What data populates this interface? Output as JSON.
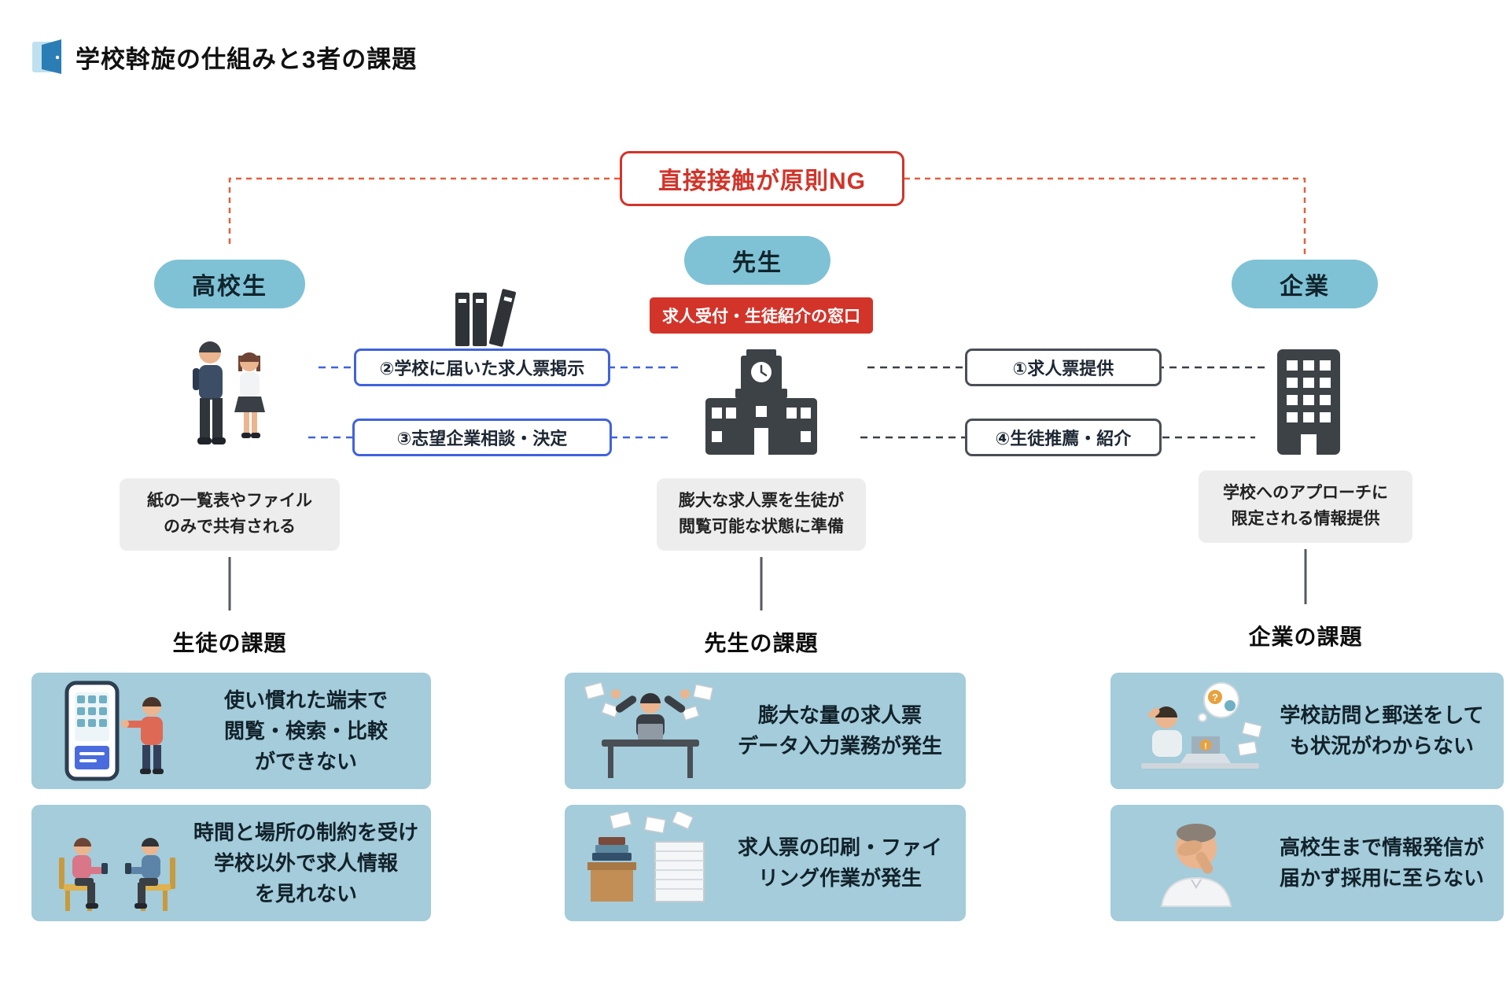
{
  "colors": {
    "accent-red": "#d2342a",
    "accent-orange": "#e2603c",
    "accent-blue": "#4063dc",
    "teal-pill": "#7fc2d5",
    "teal-card": "#a4ccda",
    "note-gray": "#ededed",
    "icon-dark": "#3d4247"
  },
  "glyphs": {
    "question": "?",
    "exclamation": "!"
  },
  "header": {
    "title": "学校斡旋の仕組みと3者の課題"
  },
  "banner": {
    "label": "直接接触が原則NG"
  },
  "entities": {
    "student": {
      "label": "高校生",
      "note": "紙の一覧表やファイル\nのみで共有される"
    },
    "teacher": {
      "label": "先生",
      "window_label": "求人受付・生徒紹介の窓口",
      "note": "膨大な求人票を生徒が\n閲覧可能な状態に準備"
    },
    "company": {
      "label": "企業",
      "note": "学校へのアプローチに\n限定される情報提供"
    }
  },
  "flows": {
    "f1": "①求人票提供",
    "f2": "②学校に届いた求人票掲示",
    "f3": "③志望企業相談・決定",
    "f4": "④生徒推薦・紹介"
  },
  "challenges": {
    "student": {
      "title": "生徒の課題",
      "card1": "使い慣れた端末で\n閲覧・検索・比較\nができない",
      "card2": "時間と場所の制約を受け\n学校以外で求人情報\nを見れない"
    },
    "teacher": {
      "title": "先生の課題",
      "card1": "膨大な量の求人票\nデータ入力業務が発生",
      "card2": "求人票の印刷・ファイ\nリング作業が発生"
    },
    "company": {
      "title": "企業の課題",
      "card1": "学校訪問と郵送をして\nも状況がわからない",
      "card2": "高校生まで情報発信が\n届かず採用に至らない"
    }
  },
  "icons": {
    "title_icon": "open-door-icon",
    "student_icon": "students-illustration",
    "teacher_icon": "school-building-icon",
    "company_icon": "company-building-icon",
    "books_icon": "books-icon"
  }
}
